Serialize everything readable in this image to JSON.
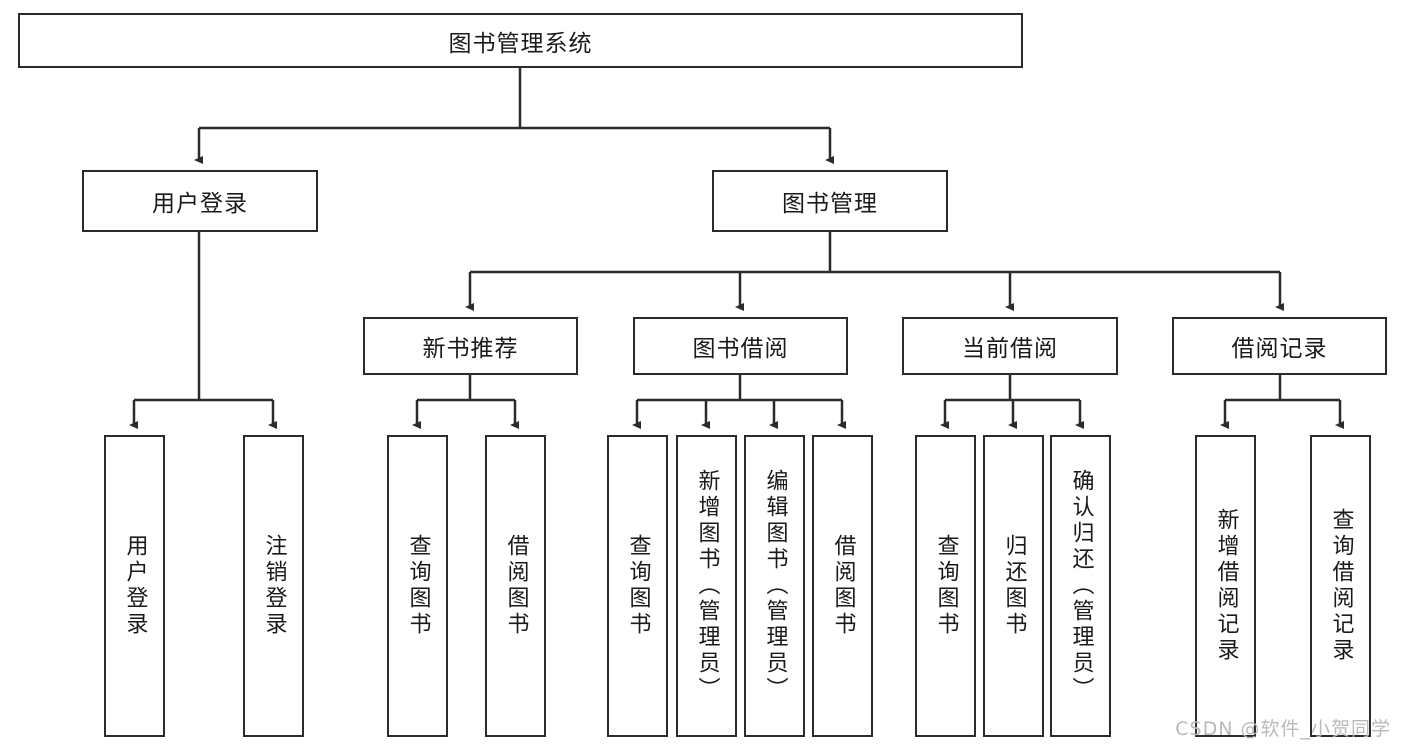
{
  "diagram": {
    "title": "图书管理系统",
    "type": "tree-hierarchy-chart",
    "root": {
      "id": "root",
      "label": "图书管理系统"
    },
    "level1": [
      {
        "id": "user-login",
        "label": "用户登录"
      },
      {
        "id": "book-manage",
        "label": "图书管理"
      }
    ],
    "level2": [
      {
        "id": "new-book-rec",
        "label": "新书推荐",
        "parent": "book-manage"
      },
      {
        "id": "book-borrow",
        "label": "图书借阅",
        "parent": "book-manage"
      },
      {
        "id": "current-borrow",
        "label": "当前借阅",
        "parent": "book-manage"
      },
      {
        "id": "borrow-record",
        "label": "借阅记录",
        "parent": "book-manage"
      }
    ],
    "leaves": [
      {
        "id": "leaf-user-login",
        "label": "用户登录",
        "parent": "user-login"
      },
      {
        "id": "leaf-logout-login",
        "label": "注销登录",
        "parent": "user-login"
      },
      {
        "id": "leaf-query-book-1",
        "label": "查询图书",
        "parent": "new-book-rec"
      },
      {
        "id": "leaf-borrow-book-1",
        "label": "借阅图书",
        "parent": "new-book-rec"
      },
      {
        "id": "leaf-query-book-2",
        "label": "查询图书",
        "parent": "book-borrow"
      },
      {
        "id": "leaf-add-book",
        "label": "新增图书（管理员）",
        "parent": "book-borrow"
      },
      {
        "id": "leaf-edit-book",
        "label": "编辑图书（管理员）",
        "parent": "book-borrow"
      },
      {
        "id": "leaf-borrow-book-2",
        "label": "借阅图书",
        "parent": "book-borrow"
      },
      {
        "id": "leaf-query-book-3",
        "label": "查询图书",
        "parent": "current-borrow"
      },
      {
        "id": "leaf-return-book",
        "label": "归还图书",
        "parent": "current-borrow"
      },
      {
        "id": "leaf-confirm-return",
        "label": "确认归还（管理员）",
        "parent": "current-borrow"
      },
      {
        "id": "leaf-add-record",
        "label": "新增借阅记录",
        "parent": "borrow-record"
      },
      {
        "id": "leaf-query-record",
        "label": "查询借阅记录",
        "parent": "borrow-record"
      }
    ],
    "colors": {
      "border": "#2b2b2b",
      "text": "#1a1a1a",
      "background": "#ffffff",
      "line": "#2b2b2b",
      "watermark": "#b9b9b9"
    }
  },
  "watermark": {
    "text": "CSDN @软件_小贺同学"
  }
}
